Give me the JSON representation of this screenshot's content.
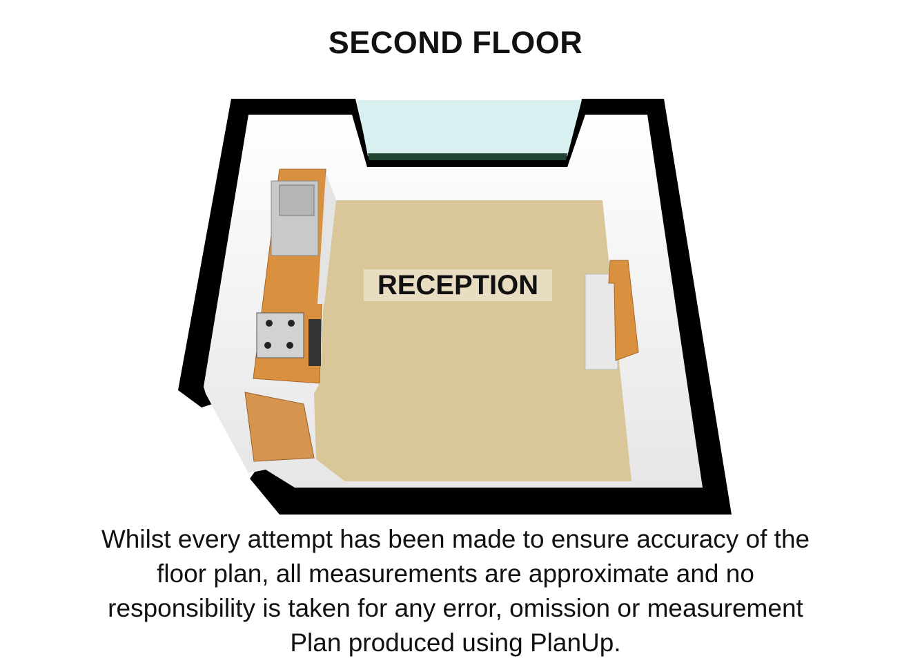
{
  "title": "SECOND FLOOR",
  "room_label": "RECEPTION",
  "disclaimer": [
    "Whilst every attempt has been made to ensure accuracy of the",
    "floor plan, all measurements are approximate and no",
    "responsibility is taken for any error, omission or measurement",
    "Plan produced using PlanUp."
  ],
  "colors": {
    "wall": "#000000",
    "floor": "#d9c79a",
    "counter": "#d9903f",
    "window": "#d8f1f0"
  }
}
